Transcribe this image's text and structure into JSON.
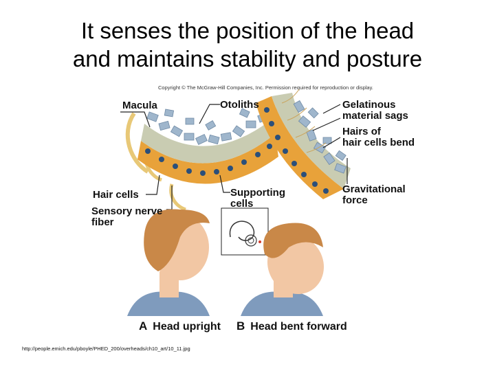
{
  "title": {
    "line1": "It senses the position of the head",
    "line2": "and maintains stability and posture"
  },
  "copyright": "Copyright © The McGraw-Hill Companies, Inc. Permission required for reproduction or display.",
  "labels": {
    "macula": "Macula",
    "otoliths": "Otoliths",
    "gelatinous_1": "Gelatinous",
    "gelatinous_2": "material sags",
    "hairs_1": "Hairs of",
    "hairs_2": "hair cells bend",
    "hair_cells": "Hair cells",
    "supporting_1": "Supporting",
    "supporting_2": "cells",
    "gravitational_1": "Gravitational",
    "gravitational_2": "force",
    "sensory_1": "Sensory nerve",
    "sensory_2": "fiber"
  },
  "captions": {
    "a_letter": "A",
    "a_text": "Head upright",
    "b_letter": "B",
    "b_text": "Head bent forward"
  },
  "source_url": "http://people.emich.edu/pboyle/PHED_200/overheads/ch10_art/10_11.jpg",
  "colors": {
    "otolith": "#9fb6cc",
    "gel": "#c9ccb2",
    "cell": "#e8a23a",
    "nucleus": "#2b4f7a",
    "nerve": "#e8c877",
    "skin": "#f2c7a4",
    "hair": "#c98848",
    "shirt": "#7f9bbd"
  }
}
